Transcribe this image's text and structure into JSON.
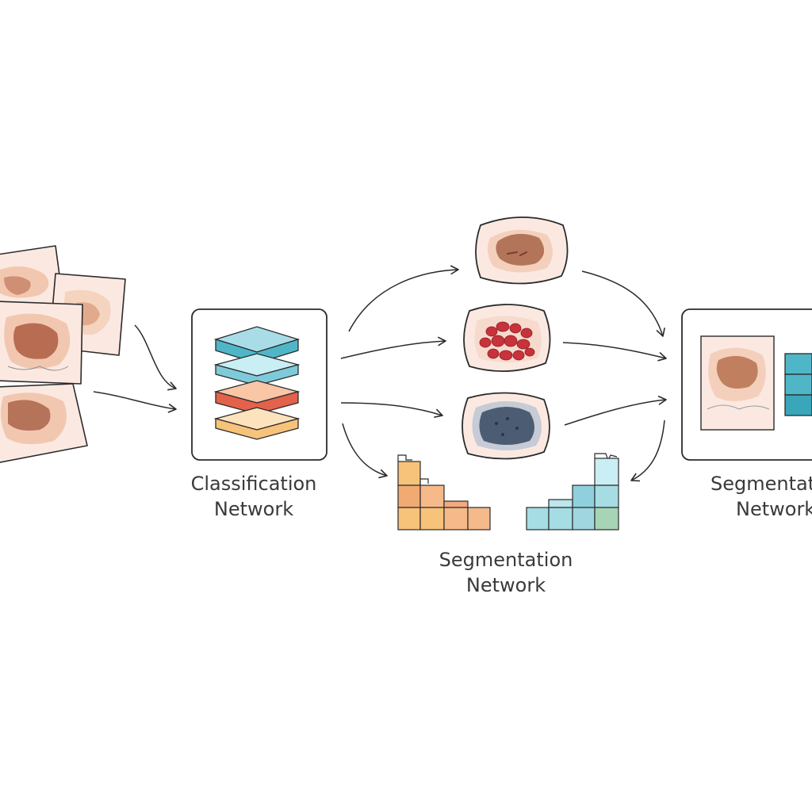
{
  "labels": {
    "classification": {
      "line1": "Classification",
      "line2": "Network"
    },
    "segmentation_center": {
      "line1": "Segmentation",
      "line2": "Network"
    },
    "segmentation_right": {
      "line1": "Segmentation",
      "line2": "Network"
    }
  },
  "colors": {
    "stroke": "#2b2b2b",
    "skin": "#fbe9e1",
    "lesion_light": "#f2c7b0",
    "lesion_mid": "#e8a98a",
    "lesion_dark": "#b5735a",
    "teal": "#4fb6c8",
    "teal_light": "#bde6ee",
    "red_layer": "#e2624b",
    "orange_layer": "#f6b98a",
    "yellow_layer": "#f7cf8a",
    "red_lesion": "#c8323a",
    "blue_lesion": "#4c5d73",
    "orange_block": "#f0aa72",
    "green_block": "#a6d4b4"
  }
}
